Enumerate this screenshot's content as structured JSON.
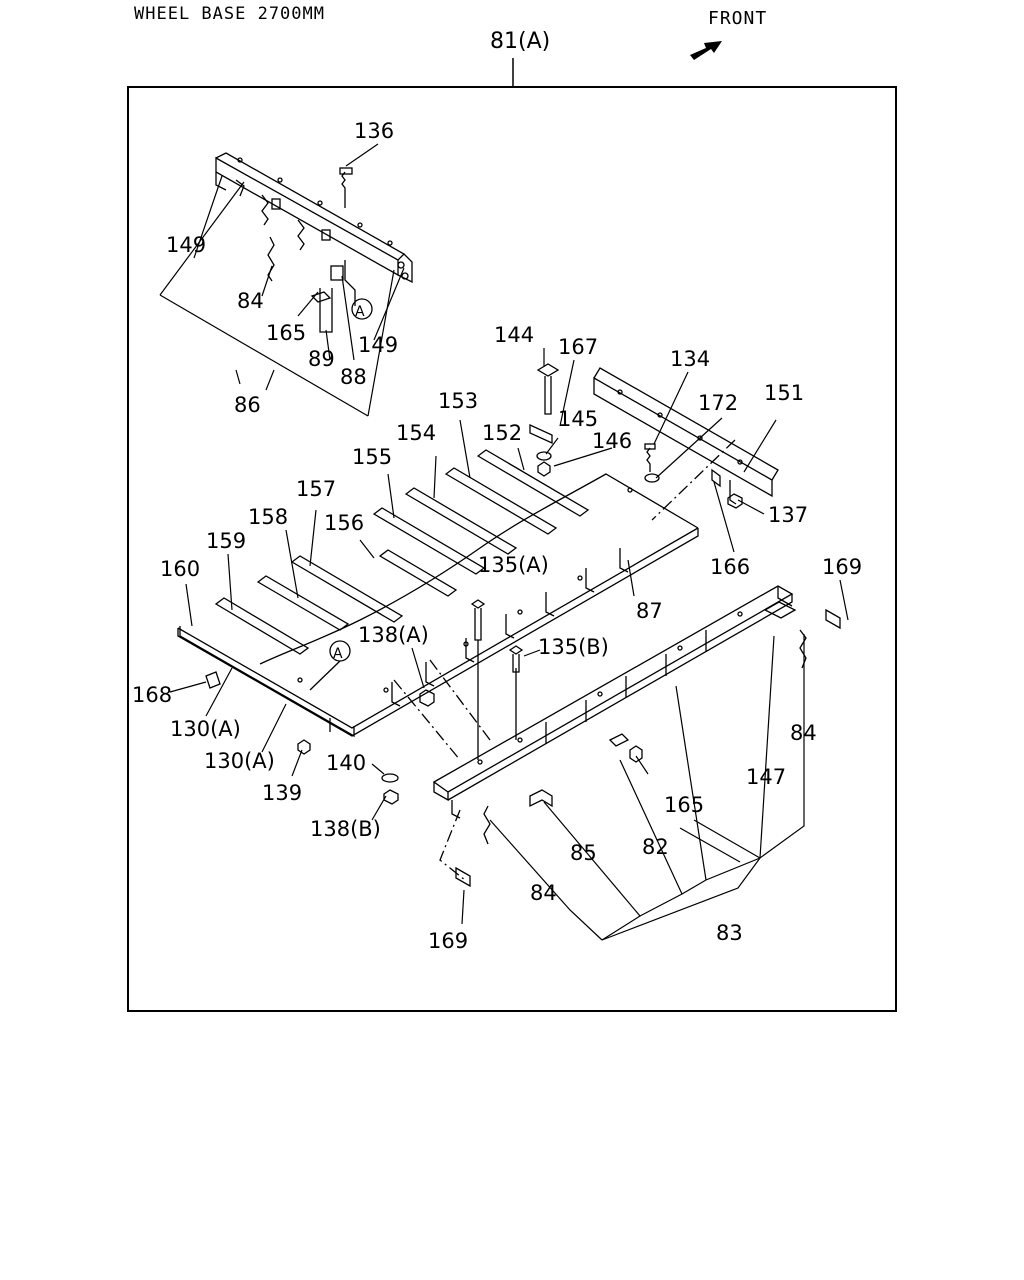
{
  "header": {
    "wheel_base": "WHEEL BASE 2700MM",
    "front": "FRONT"
  },
  "assembly_label": "81(A)",
  "callouts": {
    "c136": "136",
    "c149a": "149",
    "c84a": "84",
    "c165a": "165",
    "c89": "89",
    "c88": "88",
    "c149b": "149",
    "c86": "86",
    "c144": "144",
    "c167": "167",
    "c134": "134",
    "c172": "172",
    "c151": "151",
    "c153": "153",
    "c145": "145",
    "c154": "154",
    "c152": "152",
    "c146": "146",
    "c155": "155",
    "c157": "157",
    "c137": "137",
    "c158": "158",
    "c156": "156",
    "c166": "166",
    "c159": "159",
    "c135a": "135(A)",
    "c169a": "169",
    "c160": "160",
    "c87": "87",
    "c138a": "138(A)",
    "c135b": "135(B)",
    "c168": "168",
    "c84b": "84",
    "c130a1": "130(A)",
    "c130a2": "130(A)",
    "c140": "140",
    "c147": "147",
    "c139": "139",
    "c165b": "165",
    "c138b": "138(B)",
    "c85": "85",
    "c82": "82",
    "c84c": "84",
    "c83": "83",
    "c169b": "169"
  },
  "reference_marks": {
    "ref_a_top": "A",
    "ref_a_bottom": "A"
  }
}
